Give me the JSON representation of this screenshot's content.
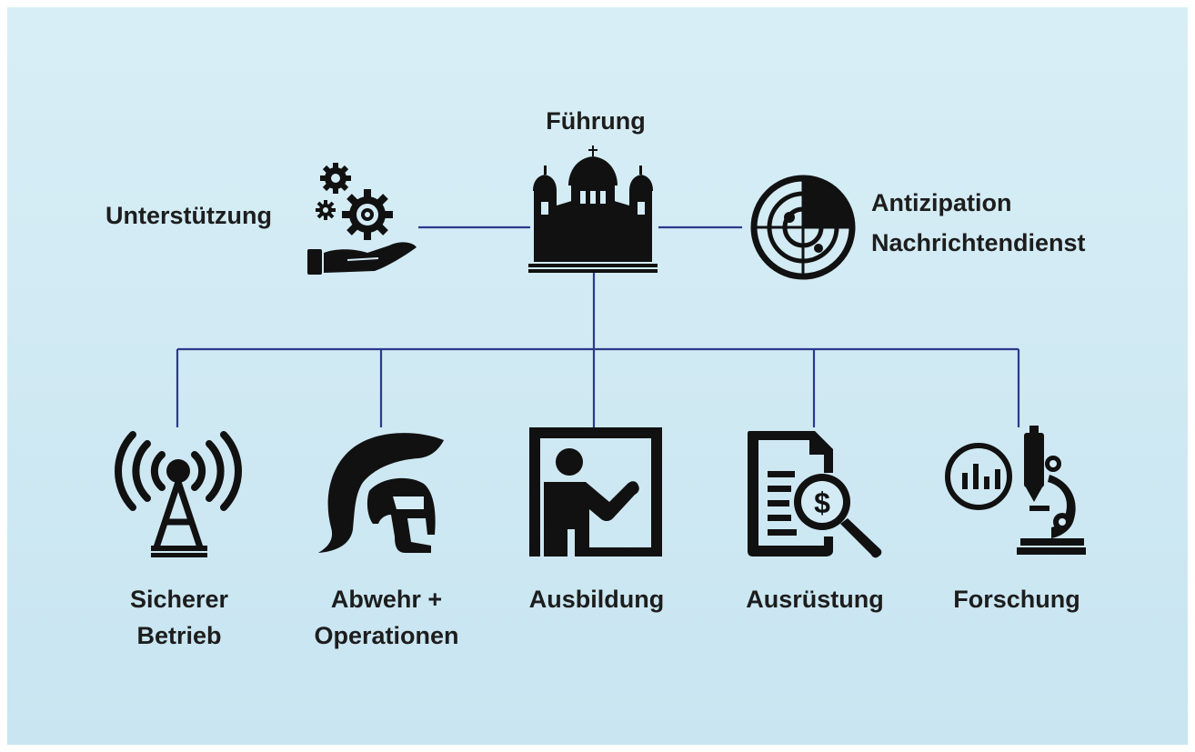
{
  "diagram": {
    "top": {
      "label": "Führung",
      "icon": "government-building-icon"
    },
    "left": {
      "label": "Unterstützung",
      "icon": "gears-in-hand-icon"
    },
    "right": {
      "line1": "Antizipation",
      "line2": "Nachrichtendienst",
      "icon": "radar-icon"
    },
    "bottom": [
      {
        "line1": "Sicherer",
        "line2": "Betrieb",
        "icon": "radio-tower-icon"
      },
      {
        "line1": "Abwehr +",
        "line2": "Operationen",
        "icon": "spartan-helmet-icon"
      },
      {
        "line1": "Ausbildung",
        "line2": "",
        "icon": "teacher-at-board-icon"
      },
      {
        "line1": "Ausrüstung",
        "line2": "",
        "icon": "document-magnifier-dollar-icon"
      },
      {
        "line1": "Forschung",
        "line2": "",
        "icon": "microscope-chart-icon"
      }
    ],
    "line_color": "#2b3a8c",
    "background_color": "#d3ebf5"
  }
}
